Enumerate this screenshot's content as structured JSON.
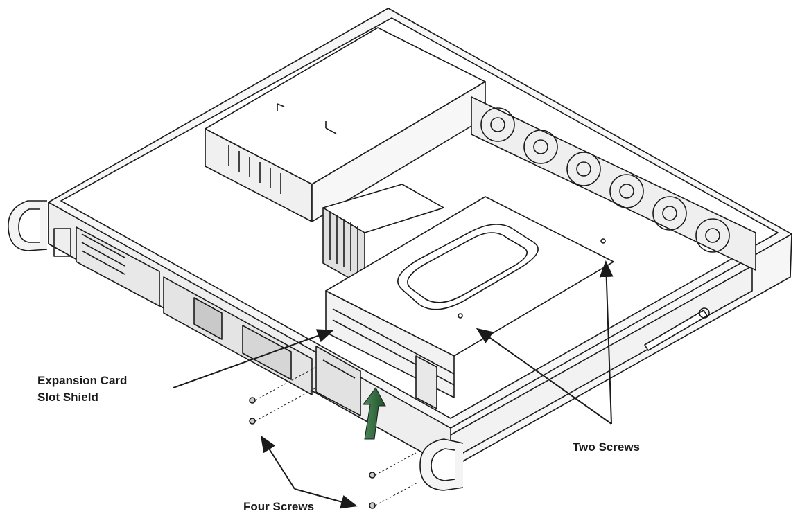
{
  "labels": {
    "expansion_card_slot_shield": [
      "Expansion Card",
      "Slot Shield"
    ],
    "two_screws": "Two Screws",
    "four_screws": "Four Screws"
  },
  "colors": {
    "line": "#1a1a1a",
    "arrow_green": "#2e6b3a"
  }
}
